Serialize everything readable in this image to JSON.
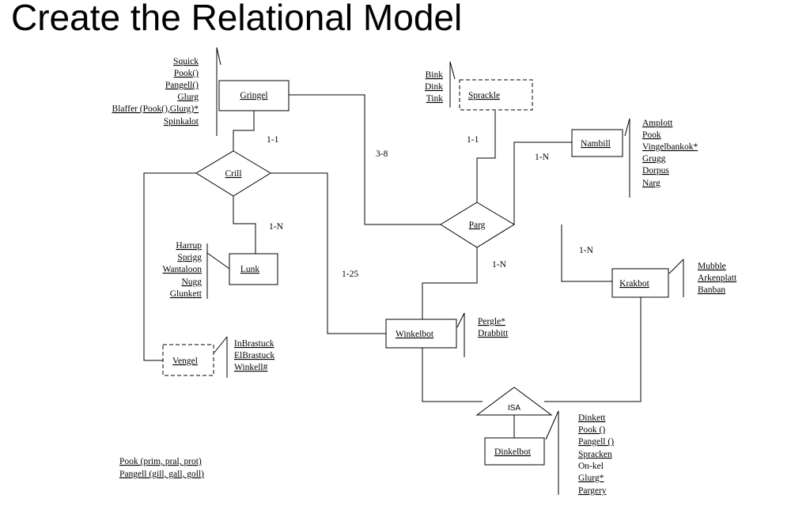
{
  "title": "Create the Relational Model",
  "entities": {
    "gringel": "Gringel",
    "sprackle": "Sprackle",
    "nambill": "Nambill",
    "lunk": "Lunk",
    "winkelbot": "Winkelbot",
    "krakbot": "Krakbot",
    "vengel": "Vengel",
    "dinkelbot": "Dinkelbot"
  },
  "relationships": {
    "crill": "Crill",
    "parg": "Parg",
    "isa": "ISA"
  },
  "cardinalities": {
    "gringel_crill": "1-1",
    "gringel_parg": "3-8",
    "sprackle_parg": "1-1",
    "nambill_parg": "1-N",
    "crill_lunk": "1-N",
    "crill_winkelbot": "1-25",
    "parg_winkelbot": "1-N",
    "parg_krakbot": "1-N"
  },
  "attributes": {
    "gringel": [
      "Squick",
      "Pook()",
      "Pangell()",
      "Glurg",
      "Blaffer (Pook(),Glurg)*",
      "Spinkalot"
    ],
    "sprackle": [
      "Bink",
      "Dink",
      "Tink"
    ],
    "nambill": [
      "Amplott",
      "Pook",
      "Vingelbankok*",
      "Grugg",
      "Dorpus",
      "Narg"
    ],
    "lunk": [
      "Harrup",
      "Sprigg",
      "Wantaloon",
      "Nugg",
      "Glunkett"
    ],
    "krakbot": [
      "Mubble",
      "Arkenplatt",
      "Banban"
    ],
    "winkelbot": [
      "Pergle*",
      "Drabbitt"
    ],
    "vengel": [
      "InBrastuck",
      "ElBrastuck",
      "Winkell#"
    ],
    "dinkelbot": [
      "Dinkett",
      "Pook ()",
      "Pangell ()",
      "Spracken",
      "On-kel",
      "Glurg*",
      "Pargery"
    ]
  },
  "notes": [
    "Pook (prim, pral, prot)",
    "Pangell (gill, gall, goll)"
  ]
}
